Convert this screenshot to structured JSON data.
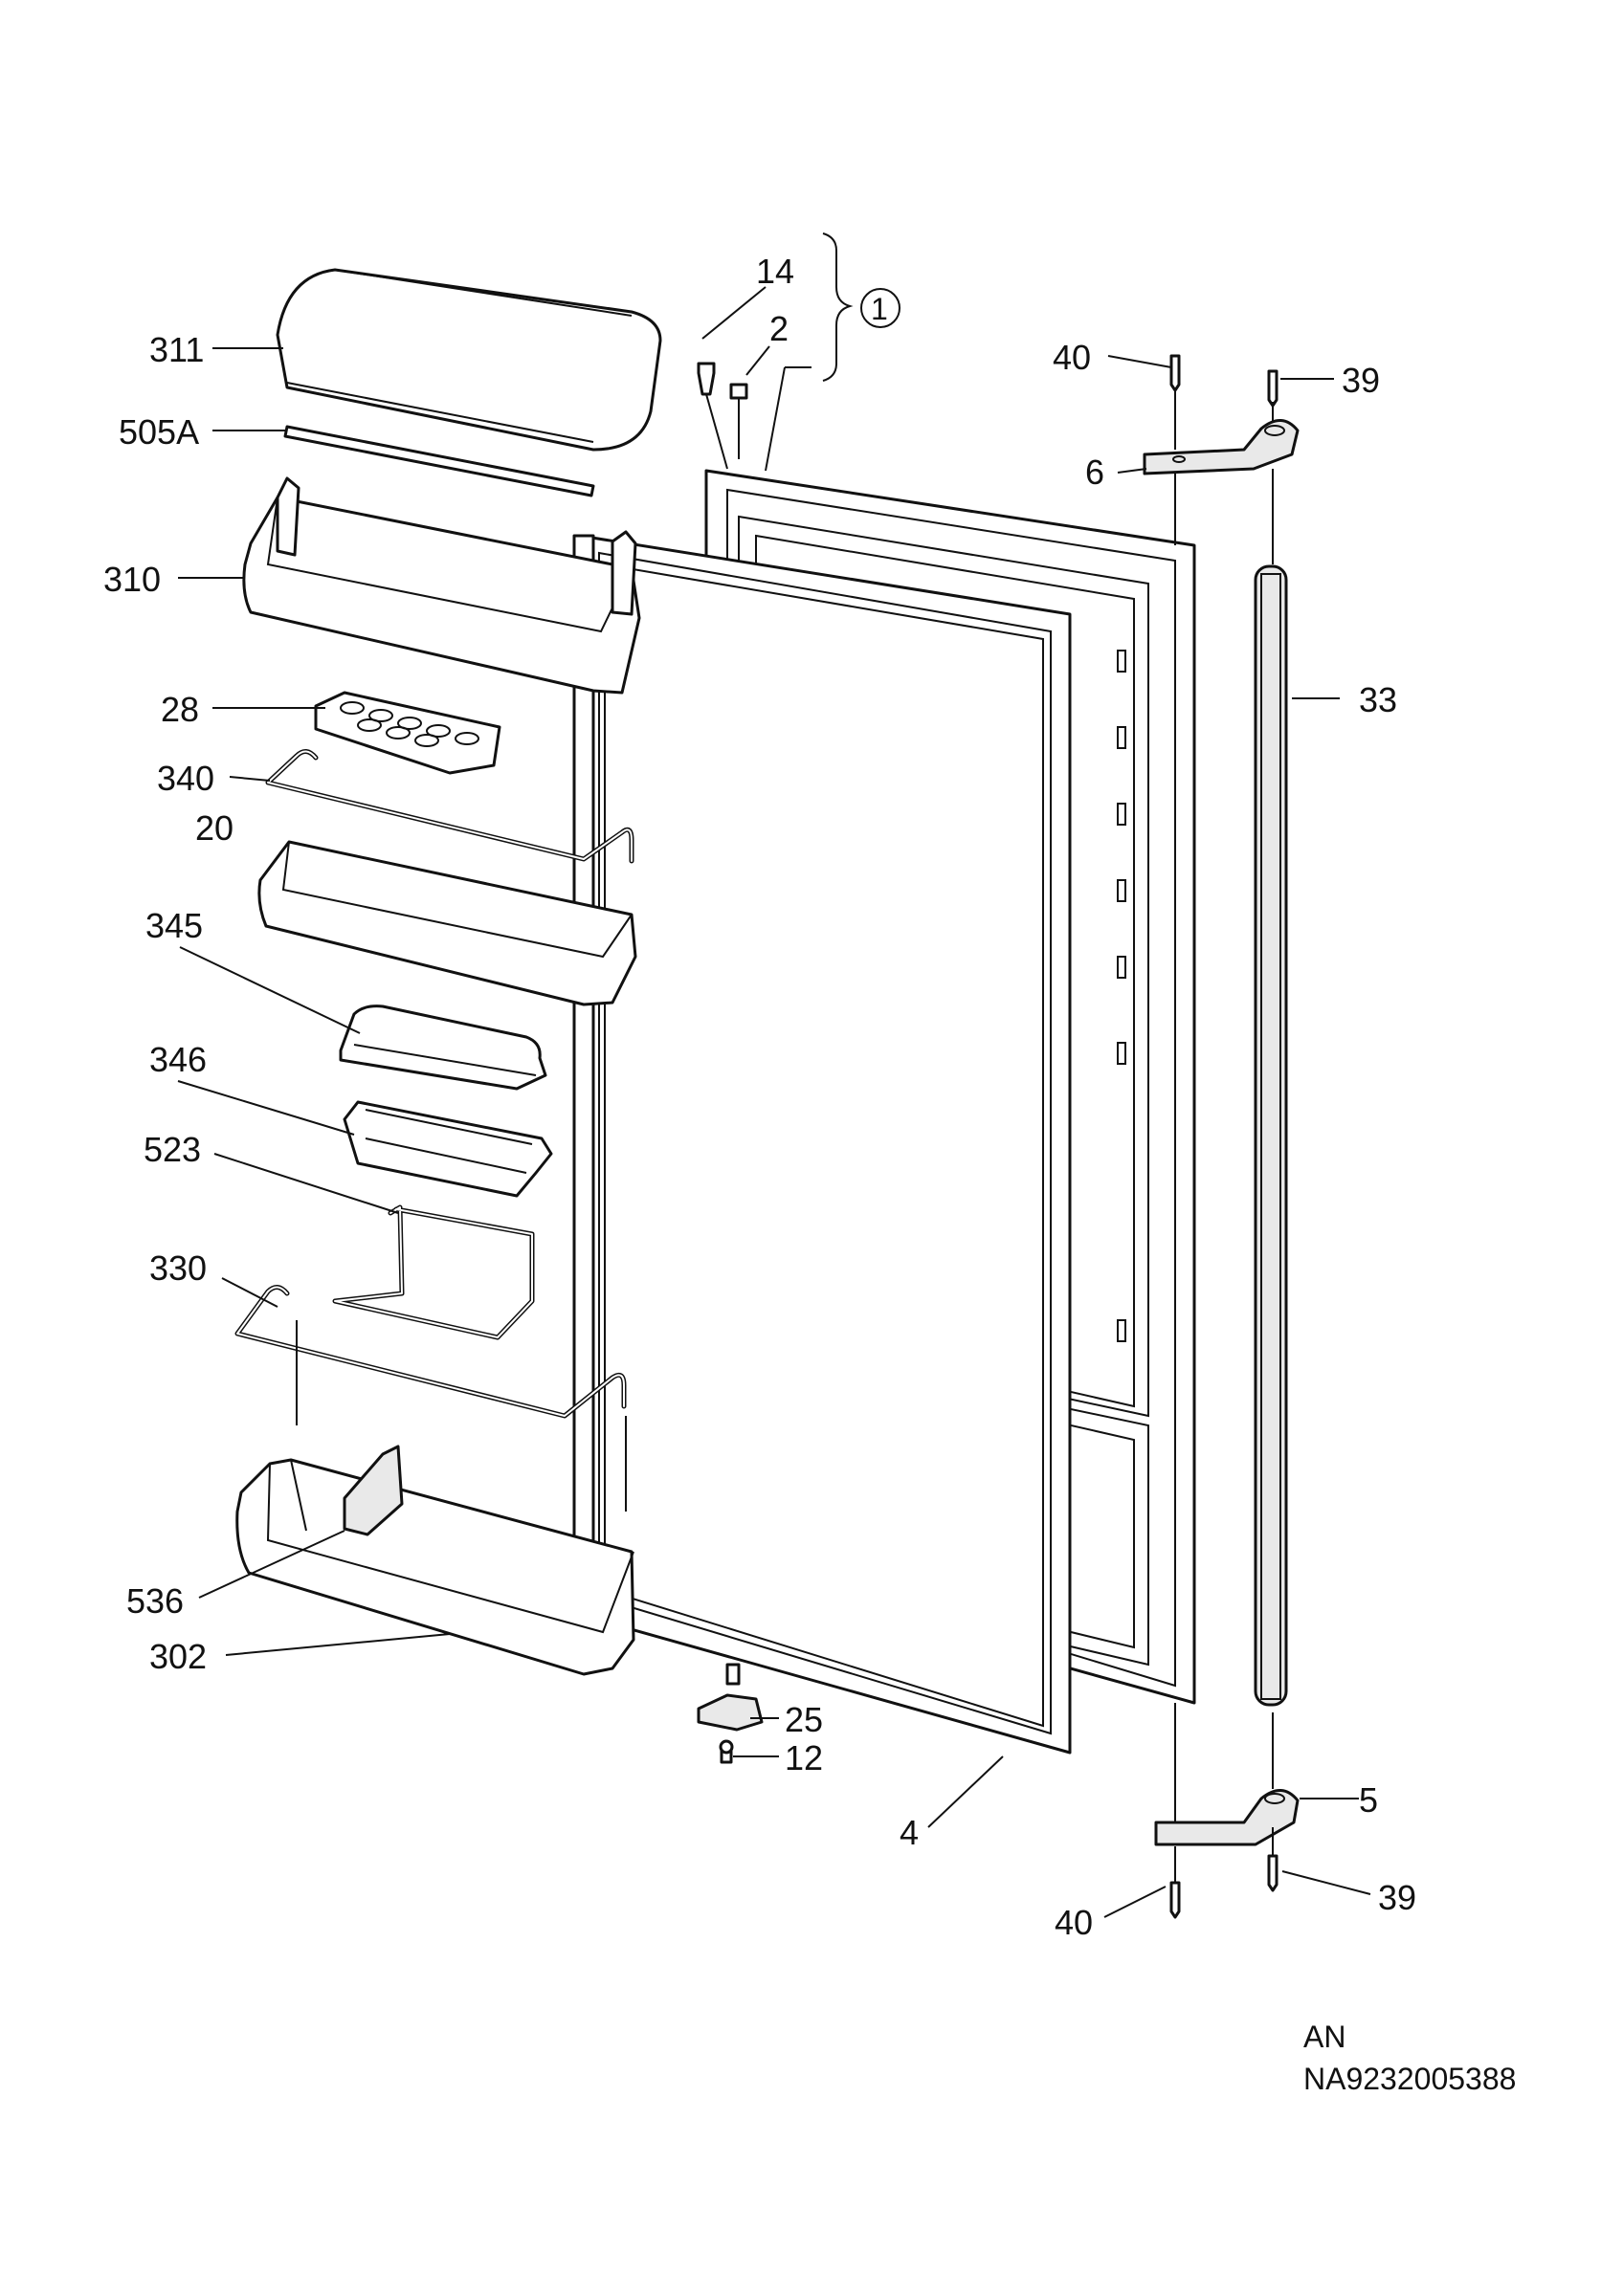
{
  "labels": {
    "p311": "311",
    "p505A": "505A",
    "p310": "310",
    "p28": "28",
    "p340": "340",
    "p20": "20",
    "p345": "345",
    "p346": "346",
    "p523": "523",
    "p330": "330",
    "p536": "536",
    "p302": "302",
    "p14": "14",
    "p2": "2",
    "p1": "1",
    "p40_top": "40",
    "p39_top": "39",
    "p6": "6",
    "p33": "33",
    "p25": "25",
    "p12": "12",
    "p4": "4",
    "p5": "5",
    "p39_bottom": "39",
    "p40_bottom": "40"
  },
  "footer": {
    "model_code": "AN",
    "drawing_number": "NA9232005388"
  }
}
